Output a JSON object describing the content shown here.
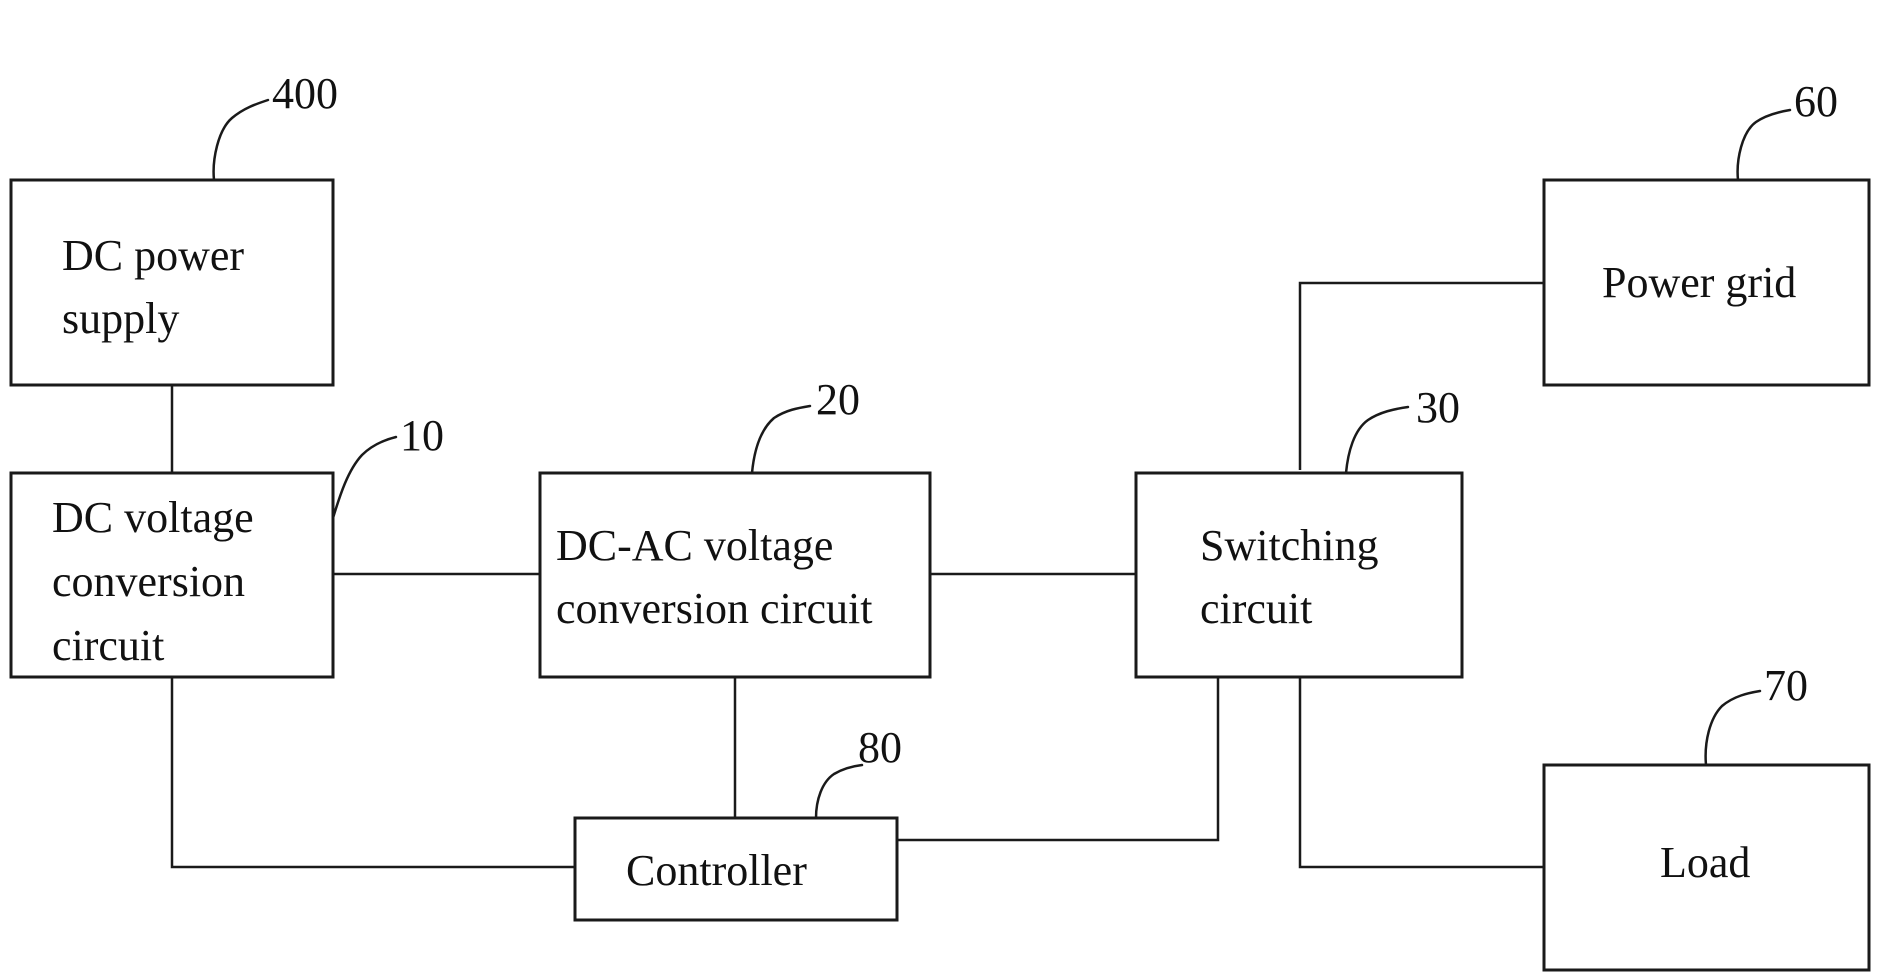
{
  "blocks": {
    "dc_power_supply": {
      "line1": "DC power",
      "line2": "supply",
      "ref": "400"
    },
    "dc_voltage_conversion": {
      "line1": "DC voltage",
      "line2": "conversion",
      "line3": "circuit",
      "ref": "10"
    },
    "dc_ac_voltage_conversion": {
      "line1": "DC-AC voltage",
      "line2": "conversion circuit",
      "ref": "20"
    },
    "switching_circuit": {
      "line1": "Switching",
      "line2": "circuit",
      "ref": "30"
    },
    "power_grid": {
      "line1": "Power grid",
      "ref": "60"
    },
    "load": {
      "line1": "Load",
      "ref": "70"
    },
    "controller": {
      "line1": "Controller",
      "ref": "80"
    }
  }
}
